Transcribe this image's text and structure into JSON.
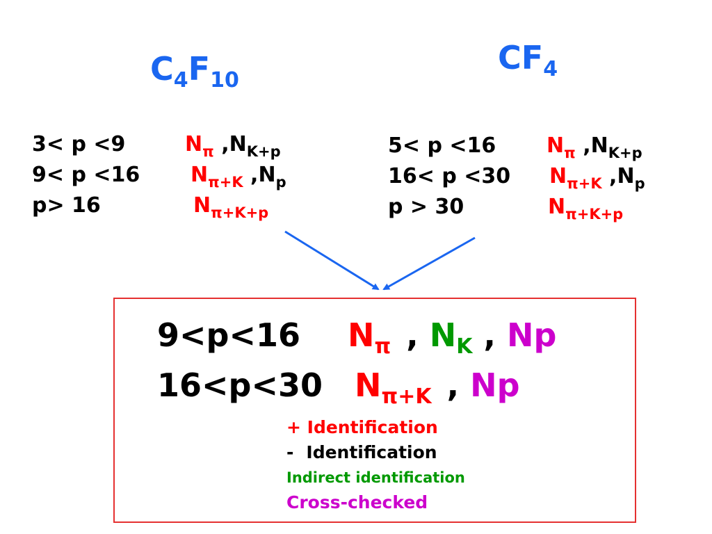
{
  "left_gas": {
    "name_a": "C",
    "sub_a": "4",
    "name_b": "F",
    "sub_b": "10"
  },
  "right_gas": {
    "name": "CF",
    "sub": "4"
  },
  "left_rows": [
    {
      "range": "3< p <9",
      "n1": "N",
      "s1": "π",
      "sep": ",",
      "n2": "N",
      "s2": "K+p"
    },
    {
      "range": "9< p <16",
      "n1": "N",
      "s1": "π+K",
      "sep": ",",
      "n2": "N",
      "s2": "p"
    },
    {
      "range": "p> 16",
      "n1": "N",
      "s1": "π+K+p"
    }
  ],
  "right_rows": [
    {
      "range": "5< p <16",
      "n1": "N",
      "s1": "π",
      "sep": ",",
      "n2": "N",
      "s2": "K+p"
    },
    {
      "range": "16< p <30",
      "n1": "N",
      "s1": "π+K",
      "sep": ",",
      "n2": "N",
      "s2": "p"
    },
    {
      "range": "p > 30",
      "n1": "N",
      "s1": "π+K+p"
    }
  ],
  "result": {
    "line1": {
      "range": "9<p<16",
      "n1": "N",
      "s1": "π",
      "c1": ",",
      "n2": "N",
      "s2": "K",
      "c2": ",",
      "n3": "Np"
    },
    "line2": {
      "range": "16<p<30",
      "n1": "N",
      "s1": "π+K",
      "c1": ",",
      "n3": "Np"
    }
  },
  "legend": {
    "plus": "+ Identification",
    "minus_sign": "-",
    "minus": "Identification",
    "indirect": "Indirect identification",
    "cross": "Cross-checked"
  },
  "colors": {
    "gas": "#1a66f0",
    "pion": "#ff0000",
    "kaon": "#009900",
    "proton": "#cc00cc",
    "arrow": "#1a66f0",
    "box": "#e53030"
  }
}
